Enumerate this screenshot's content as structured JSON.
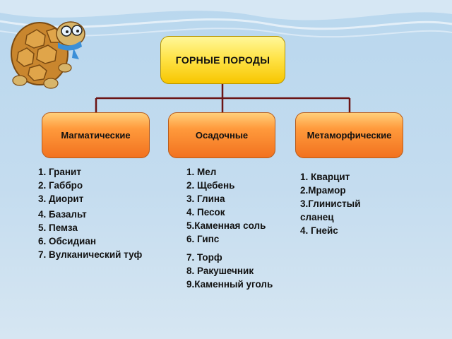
{
  "diagram": {
    "root": {
      "label": "ГОРНЫЕ ПОРОДЫ"
    },
    "categories": [
      {
        "label": "Магматические",
        "items": [
          "1. Гранит",
          "2. Габбро",
          "3. Диорит",
          "4. Базальт",
          "5. Пемза",
          "6. Обсидиан",
          "7. Вулканический туф"
        ]
      },
      {
        "label": "Осадочные",
        "items": [
          "1. Мел",
          "2. Щебень",
          "3. Глина",
          "4. Песок",
          "5.Каменная соль",
          "6. Гипс",
          "7. Торф",
          "8. Ракушечник",
          "9.Каменный уголь"
        ]
      },
      {
        "label": "Метаморфические",
        "items": [
          "1. Кварцит",
          "2.Мрамор",
          "3.Глинистый сланец",
          "4. Гнейс"
        ]
      }
    ]
  },
  "colors": {
    "background": "#c4dcef",
    "root_box": "#ffe44a",
    "category_box": "#ff9a3c",
    "connector": "#6b1414"
  },
  "decor": {
    "illustration": "turtle-with-glasses-icon"
  }
}
